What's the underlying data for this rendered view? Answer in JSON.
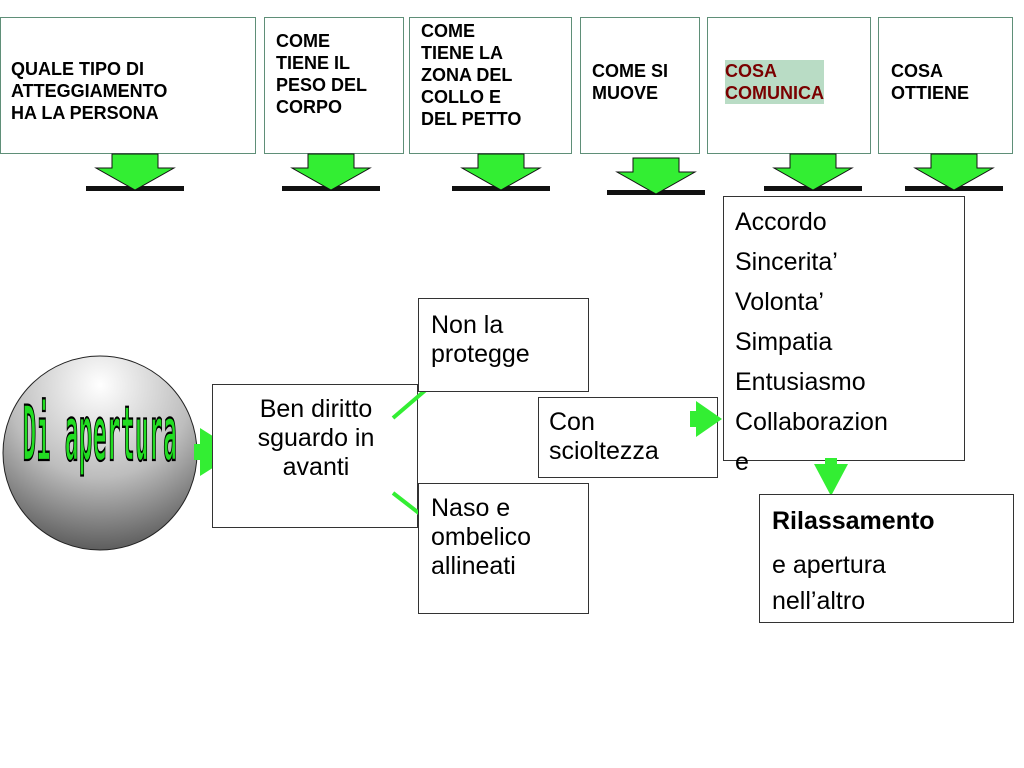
{
  "header": {
    "attitude": "QUALE TIPO DI\nATTEGGIAMENTO\nHA LA PERSONA",
    "weight": "COME\nTIENE IL\nPESO DEL\nCORPO",
    "neck": "COME\nTIENE LA\nZONA DEL\nCOLLO E\nDEL PETTO",
    "moves": "COME SI\nMUOVE",
    "communicates": "COSA\nCOMUNICA",
    "obtains": "COSA\nOTTIENE"
  },
  "circle": {
    "label": "Di apertura"
  },
  "boxes": {
    "posture": "Ben diritto\nsguardo in\navanti",
    "not_protect": "Non la\nprotegge",
    "aligned": "Naso e\nombelico\nallineati",
    "ease": "Con\nscioltezza",
    "communicates_list": [
      "Accordo",
      "Sincerita’",
      "Volonta’",
      "Simpatia",
      "Entusiasmo",
      "Collaborazion",
      "e"
    ],
    "result_bold": "Rilassamento",
    "result_rest": "e apertura\nnell’altro"
  },
  "colors": {
    "arrow_green": "#33ee33",
    "header_border": "#5f8f78",
    "circle_dark": "#444444",
    "circle_light": "#ffffff",
    "label_green": "#22dd22"
  }
}
